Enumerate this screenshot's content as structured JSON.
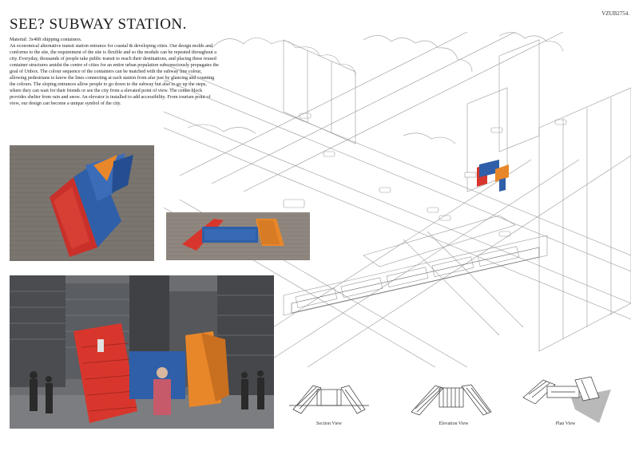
{
  "header": {
    "title": "SEE? SUBWAY STATION.",
    "code": "VZUB2754."
  },
  "description": {
    "material": "Material: 3x40ft shipping containers.",
    "body": "An economical alternative transit station entrance for coastal & developing cities. Our design molds and conforms to the site, the requirement of the site is flexible and so the module can be repeated throughout a city. Everyday, thousands of people take public transit to reach their destinations, and placing these reused container structures amidst the centre of cities for an entire urban population subconsciously propagates the goal of Unbox. The colour sequence of the containers can be matched with the subway line colour, allowing pedestrians to know the lines connecting at each station from afar just by glancing and counting the colours. The sloping entrances allow people to go down to the subway but also to go up the steps, where they can wait for their friends or see the city from a elevated point of view. The center block provides shelter from rain and snow. An elevator is installed to add accessibility. From tourism point of view, our design can become a unique symbol of the city."
  },
  "views": {
    "section": "Section View",
    "elevation": "Elevation View",
    "plan": "Plan View"
  },
  "colors": {
    "red": "#d8362c",
    "blue": "#2f5fa8",
    "orange": "#e8872a"
  }
}
